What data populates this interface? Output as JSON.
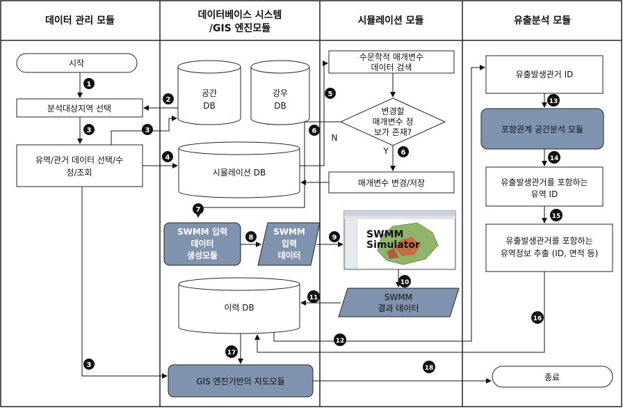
{
  "headers": {
    "col1": "데이터 관리 모듈",
    "col2_line1": "데이터베이스 시스템",
    "col2_line2": "/GIS 엔진모듈",
    "col3": "시뮬레이션 모듈",
    "col4": "유출분석 모듈"
  },
  "col1": {
    "start": "시작",
    "select_area": "분석대상지역 선택",
    "data_select_l1": "유역/관거 데이터 선택/수",
    "data_select_l2": "정/조회"
  },
  "col2": {
    "space_db_l1": "공간",
    "space_db_l2": "DB",
    "rain_db_l1": "강우",
    "rain_db_l2": "DB",
    "sim_db": "시뮬레이션 DB",
    "swmm_gen_l1": "SWMM 입력",
    "swmm_gen_l2": "데이터",
    "swmm_gen_l3": "생성모듈",
    "swmm_input_l1": "SWMM",
    "swmm_input_l2": "입력",
    "swmm_input_l3": "데이터",
    "history_db": "이력 DB",
    "gis_map": "GIS 엔진기반의 지도모듈"
  },
  "col3": {
    "param_search_l1": "수문학적 매개변수",
    "param_search_l2": "데이터 검색",
    "decision_l1": "변경할",
    "decision_l2": "매개변수 정",
    "decision_l3": "보가 존재?",
    "no": "N",
    "yes": "Y",
    "param_change": "매개변수 변경/저장",
    "simulator_l1": "SWMM",
    "simulator_l2": "Simulator",
    "result_l1": "SWMM",
    "result_l2": "결과 데이터"
  },
  "col4": {
    "outflow_id": "유출발생관거 ID",
    "spatial_analysis": "포함관계 공간분석 모듈",
    "basin_id_l1": "유출발생관거를 포함하는",
    "basin_id_l2": "유역 ID",
    "basin_info_l1": "유출발생관거를 포함하는",
    "basin_info_l2": "유역정보 추출 (ID, 면적 등)",
    "end": "종료"
  },
  "steps": [
    "1",
    "2",
    "3",
    "3",
    "4",
    "5",
    "6",
    "6",
    "7",
    "8",
    "9",
    "10",
    "11",
    "12",
    "13",
    "14",
    "15",
    "16",
    "17",
    "18",
    "3"
  ],
  "colors": {
    "module_fill": "#7f93ae",
    "badge": "#111111"
  }
}
